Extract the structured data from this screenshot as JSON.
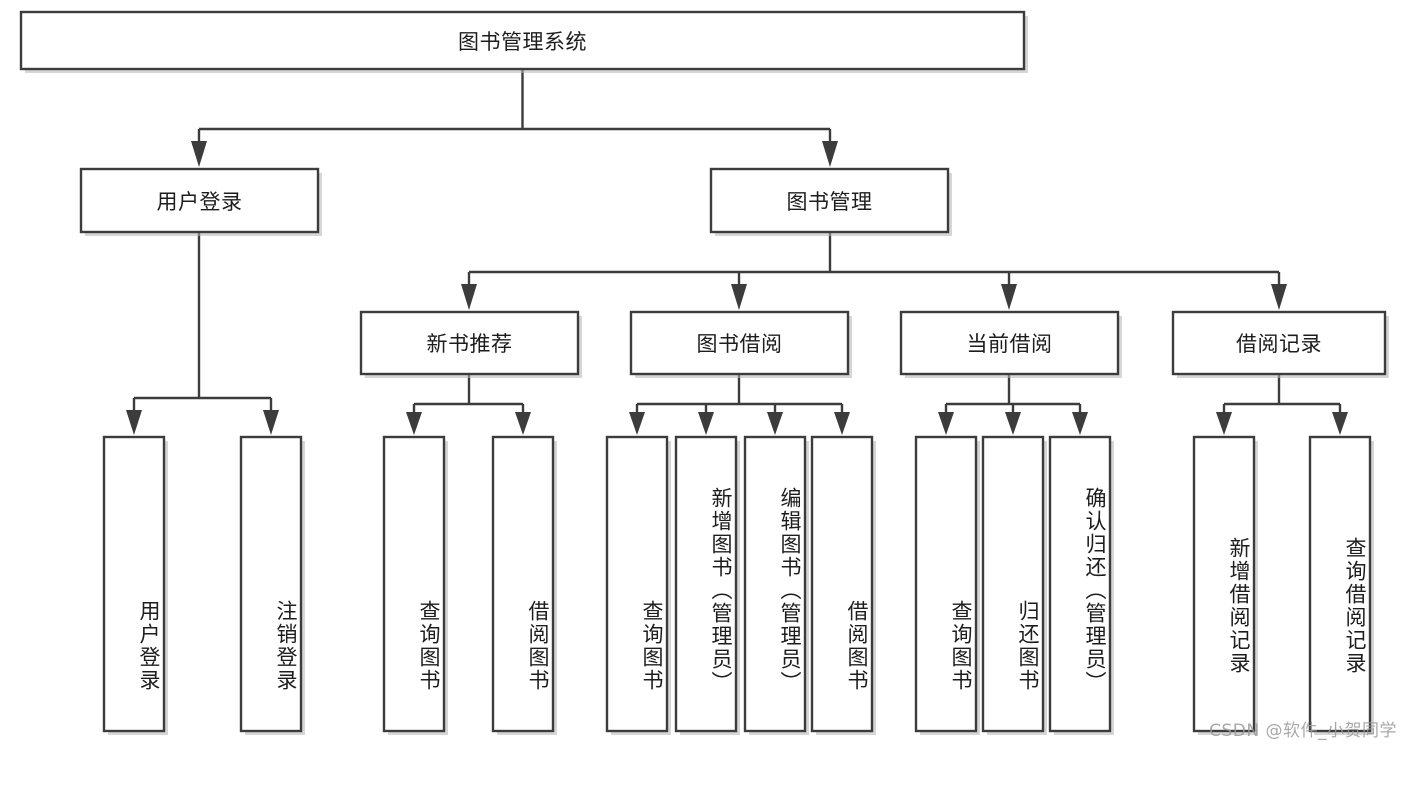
{
  "diagram": {
    "title": "图书管理系统",
    "type": "hierarchy-tree",
    "watermark": "CSDN @软件_小贺同学",
    "colors": {
      "box_stroke": "#3c3c3c",
      "box_fill": "#ffffff",
      "text": "#1d1d1d",
      "background": "#ffffff",
      "watermark": "#9a9a9a"
    },
    "levels": {
      "root": {
        "label": "图书管理系统"
      },
      "level2": [
        {
          "label": "用户登录"
        },
        {
          "label": "图书管理"
        }
      ],
      "level3": [
        {
          "label": "新书推荐"
        },
        {
          "label": "图书借阅"
        },
        {
          "label": "当前借阅"
        },
        {
          "label": "借阅记录"
        }
      ],
      "leaves": {
        "user_login": [
          {
            "label": "用户登录"
          },
          {
            "label": "注销登录"
          }
        ],
        "new_book_recommend": [
          {
            "label": "查询图书"
          },
          {
            "label": "借阅图书"
          }
        ],
        "book_borrow": [
          {
            "label": "查询图书"
          },
          {
            "label": "新增图书（管理员）"
          },
          {
            "label": "编辑图书（管理员）"
          },
          {
            "label": "借阅图书"
          }
        ],
        "current_borrow": [
          {
            "label": "查询图书"
          },
          {
            "label": "归还图书"
          },
          {
            "label": "确认归还（管理员）"
          }
        ],
        "borrow_record": [
          {
            "label": "新增借阅记录"
          },
          {
            "label": "查询借阅记录"
          }
        ]
      }
    }
  }
}
